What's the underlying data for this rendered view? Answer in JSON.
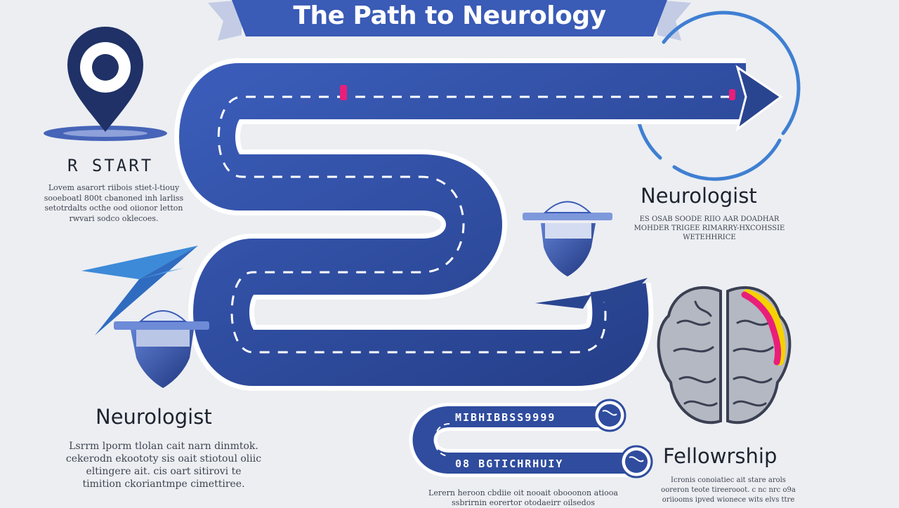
{
  "title": "The Path to Neurology",
  "start": {
    "label": "R START",
    "blurb": [
      "Lovem asarort riibois stiet-l-tiouy",
      "sooeboatl 800t cbanoned inh larliss",
      "setotrdalts octhe ood oiionor letton",
      "rwvari sodco oklecoes."
    ]
  },
  "neurologist_right": {
    "title": "Neurologist",
    "blurb": [
      "ES OSAB SOODE RIIO AAR DOADHAR",
      "MOHDER TRIGEE RIMARRY-HXCOHSSIE",
      "WETEHHRICE"
    ]
  },
  "neurologist_left": {
    "title": "Neurologist",
    "blurb": [
      "Lsrrm lporm tlolan cait narn dinmtok.",
      "cekerodn ekoototy sis oait stiotoul oliic",
      "eltingere ait. cis oart sitirovi te",
      "timition ckoriantmpe cimettiree."
    ]
  },
  "fellowship": {
    "title": "Fellowrship",
    "blurb": [
      "Icronis conoiatiec ait stare arols",
      "ooreron teote tireerooot. c nc nrc o9a",
      "oriiooms ipved wionece wits elvs ttre"
    ]
  },
  "bottom_blurb": [
    "Lerern heroon cbdiie oit nooait obooonon atiooa",
    "ssbrirnin eorertor otodaeirr oilsedos"
  ],
  "steps": [
    {
      "text": "MIBHIBBSS9999",
      "icon": "globe-icon"
    },
    {
      "text": "08 BGTICHRHUIY",
      "icon": "globe-icon"
    }
  ],
  "icons": {
    "start": "map-pin-icon",
    "paper_plane": "paper-plane-icon",
    "graduation_cap_left": "graduation-cap-pin-icon",
    "graduation_cap_right": "graduation-cap-pin-icon",
    "brain": "brain-icon",
    "finish_circle": "target-circle-icon"
  },
  "colors": {
    "road": "#2f4c9e",
    "road_dark": "#23397c",
    "lane": "#ffffff",
    "accent_pink": "#e91e7a",
    "accent_yellow": "#f5d100",
    "banner": "#3b5bb5",
    "brain": "#9aa1ad"
  }
}
